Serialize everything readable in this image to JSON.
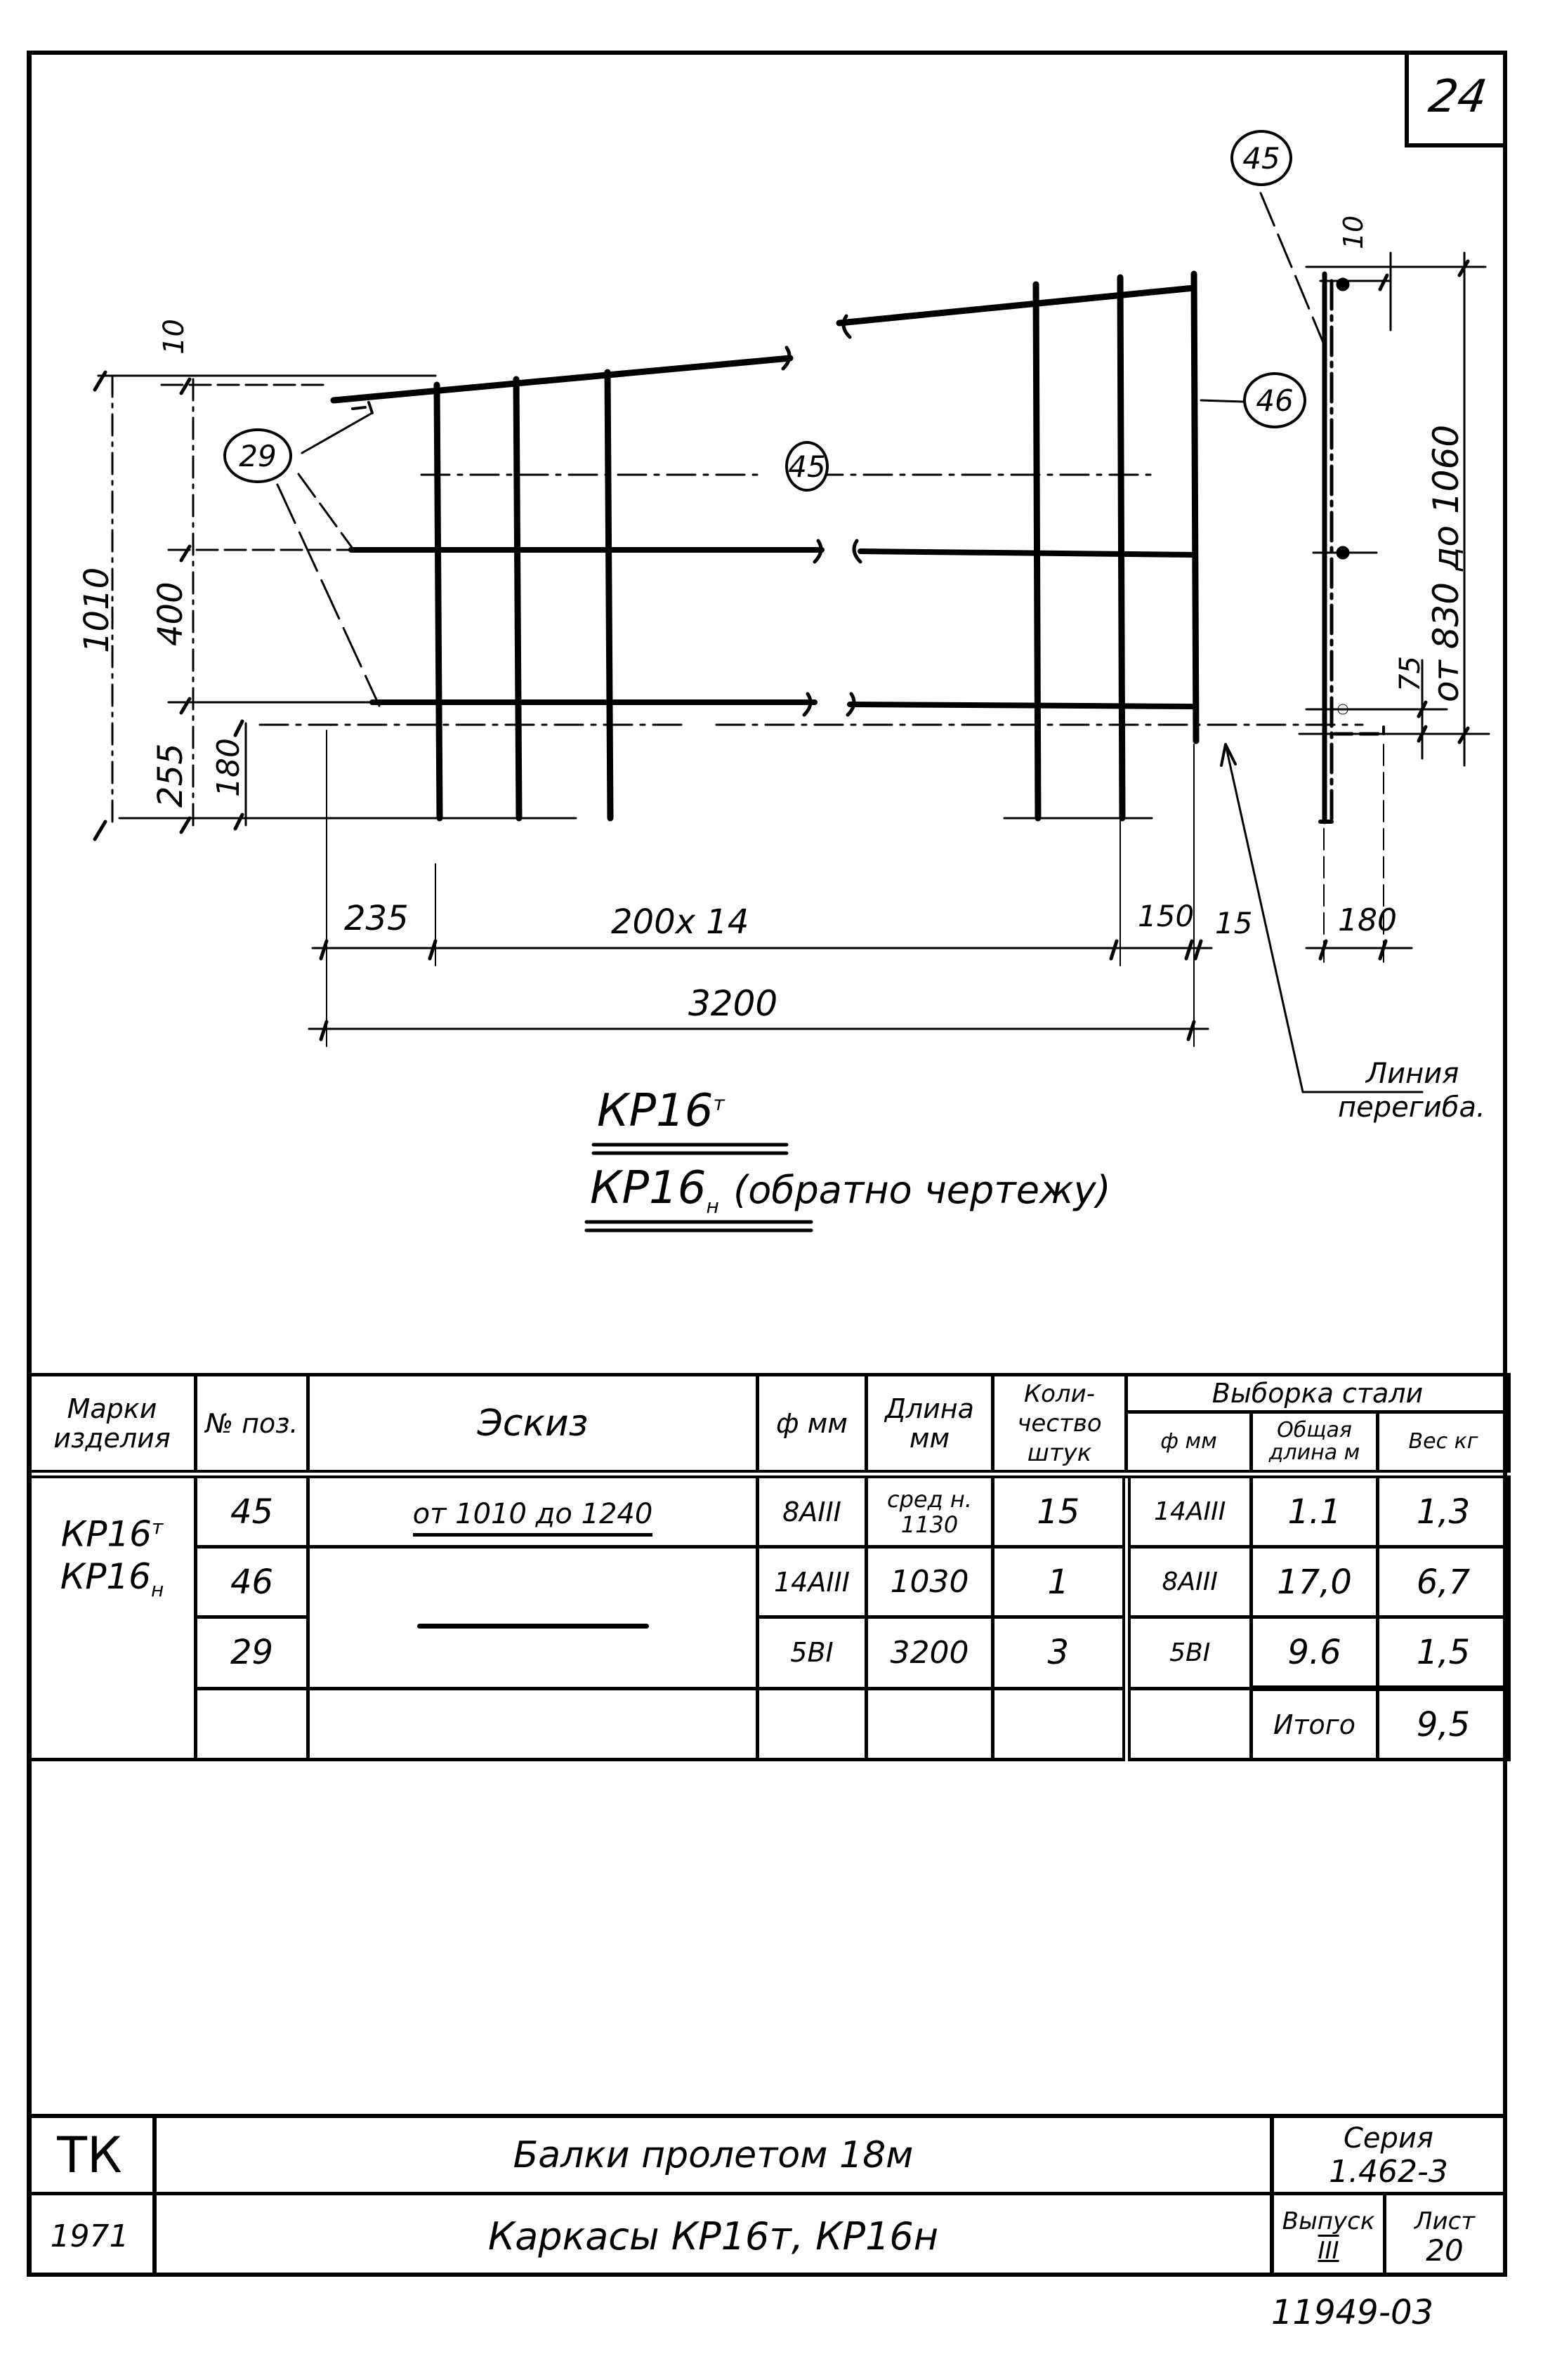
{
  "sheet": {
    "page_number": "24",
    "document_code": "11949-03"
  },
  "drawing": {
    "callouts": {
      "pos_29": "29",
      "pos_45_center": "45",
      "pos_45_side": "45",
      "pos_46": "46"
    },
    "dimensions": {
      "left_total": "1010",
      "left_top_offset": "10",
      "left_mid": "400",
      "left_lower": "255",
      "left_bottom": "180",
      "bottom_first": "235",
      "bottom_pitch": "200x 14",
      "bottom_last": "150",
      "bottom_end": "15",
      "bottom_total": "3200",
      "side_top": "10",
      "side_range": "от 830 до 1060",
      "side_lower": "75",
      "side_width": "180"
    },
    "bend_line_label_1": "Линия",
    "bend_line_label_2": "перегиба.",
    "title_main": "КР16",
    "title_main_sup": "т",
    "title_mirror": "КР16",
    "title_mirror_sub": "н",
    "title_mirror_note": "(обратно чертежу)"
  },
  "spec_table": {
    "headers": {
      "mark": "Марки изделия",
      "pos": "№ поз.",
      "sketch": "Эскиз",
      "dia": "ф мм",
      "length": "Длина мм",
      "qty": "Коли-чество штук",
      "steel_group": "Выборка стали",
      "steel_dia": "ф мм",
      "steel_total_len": "Общая длина м",
      "steel_weight": "Вес кг"
    },
    "mark_value_1": "КР16",
    "mark_value_1_sup": "т",
    "mark_value_2": "КР16",
    "mark_value_2_sub": "н",
    "rows": [
      {
        "pos": "45",
        "sketch": "от 1010 до 1240",
        "dia": "8АIII",
        "length_1": "сред н.",
        "length_2": "1130",
        "qty": "15",
        "steel_dia": "14АIII",
        "steel_len": "1.1",
        "steel_weight": "1,3"
      },
      {
        "pos": "46",
        "sketch": "",
        "dia": "14АIII",
        "length_1": "1030",
        "length_2": "",
        "qty": "1",
        "steel_dia": "8АIII",
        "steel_len": "17,0",
        "steel_weight": "6,7"
      },
      {
        "pos": "29",
        "sketch": "",
        "dia": "5ВI",
        "length_1": "3200",
        "length_2": "",
        "qty": "3",
        "steel_dia": "5ВI",
        "steel_len": "9.6",
        "steel_weight": "1,5"
      }
    ],
    "total_label": "Итого",
    "total_value": "9,5"
  },
  "title_block": {
    "org": "ТК",
    "year": "1971",
    "title_line_1": "Балки пролетом 18м",
    "title_line_2": "Каркасы КР16т, КР16н",
    "series_label": "Серия",
    "series_value": "1.462-3",
    "issue_label": "Выпуск",
    "issue_value": "III",
    "sheet_label": "Лист",
    "sheet_value": "20"
  }
}
